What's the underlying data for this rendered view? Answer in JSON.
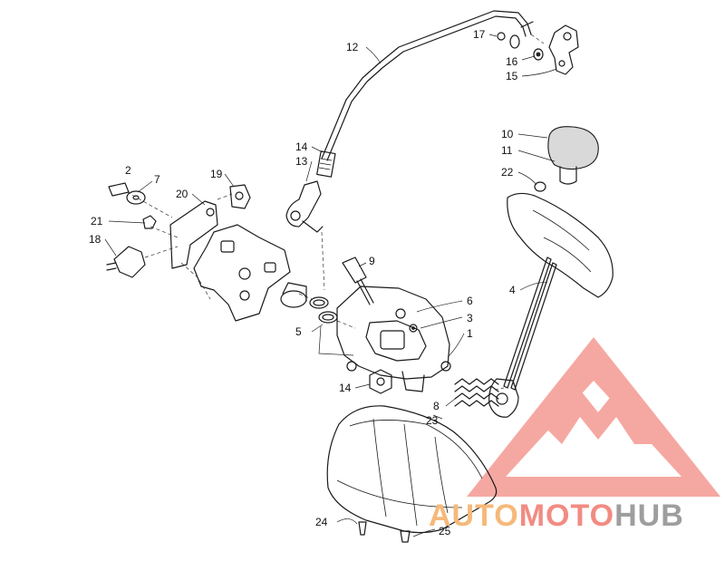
{
  "callouts": [
    {
      "id": "c1",
      "text": "1"
    },
    {
      "id": "c2",
      "text": "2"
    },
    {
      "id": "c3",
      "text": "3"
    },
    {
      "id": "c4",
      "text": "4"
    },
    {
      "id": "c5",
      "text": "5"
    },
    {
      "id": "c6",
      "text": "6"
    },
    {
      "id": "c7",
      "text": "7"
    },
    {
      "id": "c8",
      "text": "8"
    },
    {
      "id": "c9",
      "text": "9"
    },
    {
      "id": "c10",
      "text": "10"
    },
    {
      "id": "c11",
      "text": "11"
    },
    {
      "id": "c12",
      "text": "12"
    },
    {
      "id": "c13",
      "text": "13"
    },
    {
      "id": "c14a",
      "text": "14"
    },
    {
      "id": "c14b",
      "text": "14"
    },
    {
      "id": "c15",
      "text": "15"
    },
    {
      "id": "c16",
      "text": "16"
    },
    {
      "id": "c17",
      "text": "17"
    },
    {
      "id": "c18",
      "text": "18"
    },
    {
      "id": "c19",
      "text": "19"
    },
    {
      "id": "c20",
      "text": "20"
    },
    {
      "id": "c21",
      "text": "21"
    },
    {
      "id": "c22",
      "text": "22"
    },
    {
      "id": "c23",
      "text": "23"
    },
    {
      "id": "c24",
      "text": "24"
    },
    {
      "id": "c25",
      "text": "25"
    }
  ],
  "watermark": {
    "word_1": "AUTO",
    "word_2": "MOTO",
    "word_3": "HUB",
    "color_1": "#f5b97a",
    "color_2": "#f28b82",
    "color_3": "#9e9e9e",
    "logo_color": "#f28b82"
  }
}
